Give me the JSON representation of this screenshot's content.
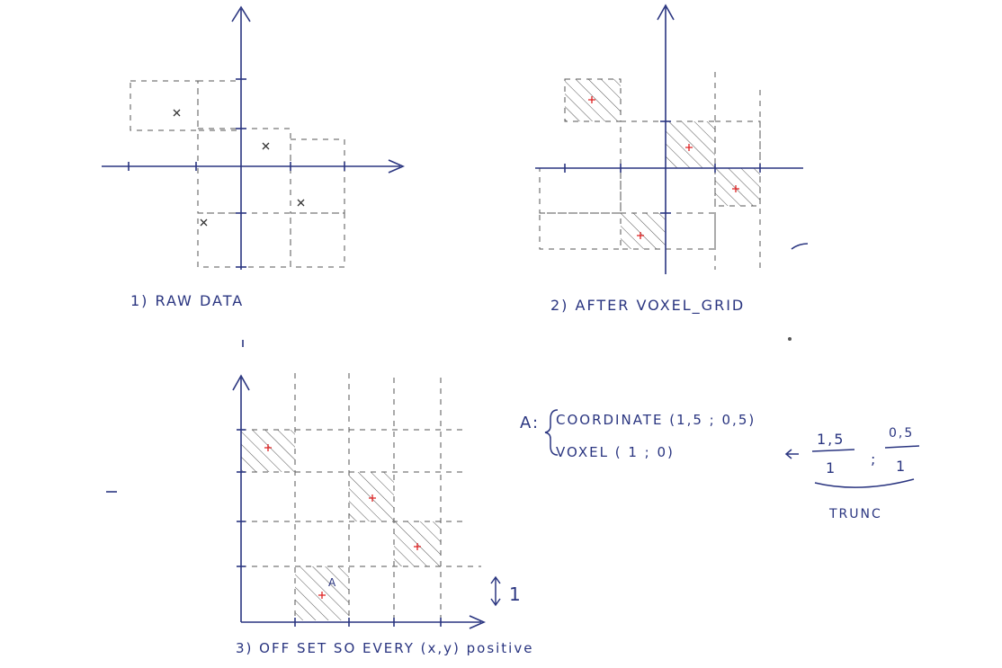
{
  "panels": {
    "raw": {
      "caption": "1) RAW DATA"
    },
    "voxel": {
      "caption": "2) AFTER   VOXEL_GRID"
    },
    "offset": {
      "caption": "3) OFF SET   SO EVERY (x,y) positive",
      "step_label": "1",
      "point_label": "A"
    }
  },
  "note": {
    "point": "A:",
    "coordinate_line": "COORDINATE (1,5 ; 0,5)",
    "voxel_line": "VOXEL  ( 1 ; 0)",
    "frac1_num": "1,5",
    "frac1_den": "1",
    "sep": ";",
    "frac2_num": "0,5",
    "frac2_den": "1",
    "trunc_label": "TRUNC"
  },
  "colors": {
    "ink": "#2a3580",
    "pencil": "#555555",
    "marker": "#dd2222"
  }
}
